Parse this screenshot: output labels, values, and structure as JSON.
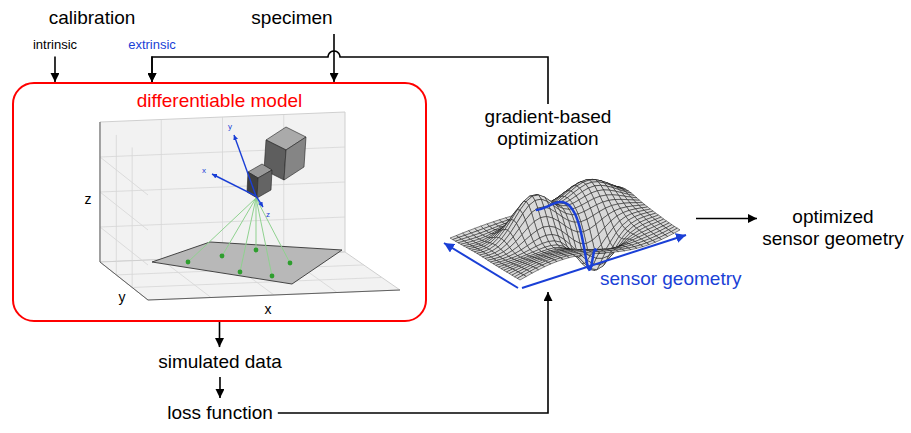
{
  "diagram": {
    "nodes": [
      {
        "text": [
          "intrinsic"
        ]
      },
      {
        "text": [
          "extrinsic"
        ]
      },
      {
        "text": [
          "specimen"
        ]
      },
      {
        "text": [
          "differentiable model"
        ]
      },
      {
        "text": [
          "simulated data"
        ]
      },
      {
        "text": [
          "loss function"
        ]
      },
      {
        "text": [
          "gradient-based optimization",
          "sensor geometry"
        ]
      },
      {
        "text": [
          "optimized sensor geometry"
        ]
      }
    ],
    "edges": [
      {
        "from": 0,
        "to": 3,
        "arrow": "to"
      },
      {
        "from": 1,
        "to": 3,
        "arrow": "to"
      },
      {
        "from": 2,
        "to": 3,
        "arrow": "to"
      },
      {
        "from": 6,
        "to": 3,
        "arrow": "to"
      },
      {
        "from": 3,
        "to": 4,
        "arrow": "to"
      },
      {
        "from": 4,
        "to": 5,
        "arrow": "to"
      },
      {
        "from": 5,
        "to": 6,
        "arrow": "to"
      },
      {
        "from": 6,
        "to": 7,
        "arrow": "to"
      }
    ],
    "labels": [
      "calibration",
      "z",
      "y",
      "x",
      "y",
      "x",
      "z"
    ]
  }
}
